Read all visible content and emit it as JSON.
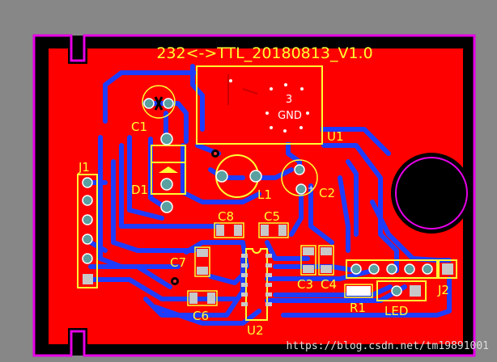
{
  "board": {
    "title": "232<->TTL_20180813_V1.0",
    "watermark": "https://blog.csdn.net/tm19891001"
  },
  "designators": {
    "c1": "C1",
    "d1": "D1",
    "j1": "J1",
    "l1": "L1",
    "c2": "C2",
    "u1": "U1",
    "c8": "C8",
    "c5": "C5",
    "c7": "C7",
    "c6": "C6",
    "c3": "C3",
    "c4": "C4",
    "u2": "U2",
    "r1": "R1",
    "led": "LED",
    "j2": "J2"
  },
  "u1_pad": {
    "number": "3",
    "net": "GND"
  },
  "colors": {
    "background": "#878787",
    "board_outline": "#e600e6",
    "top_copper": "#ff0000",
    "bottom_copper": "#1e3cff",
    "silkscreen": "#ffff33",
    "pad": "#c8c8c8",
    "via": "#5aa0a0"
  }
}
